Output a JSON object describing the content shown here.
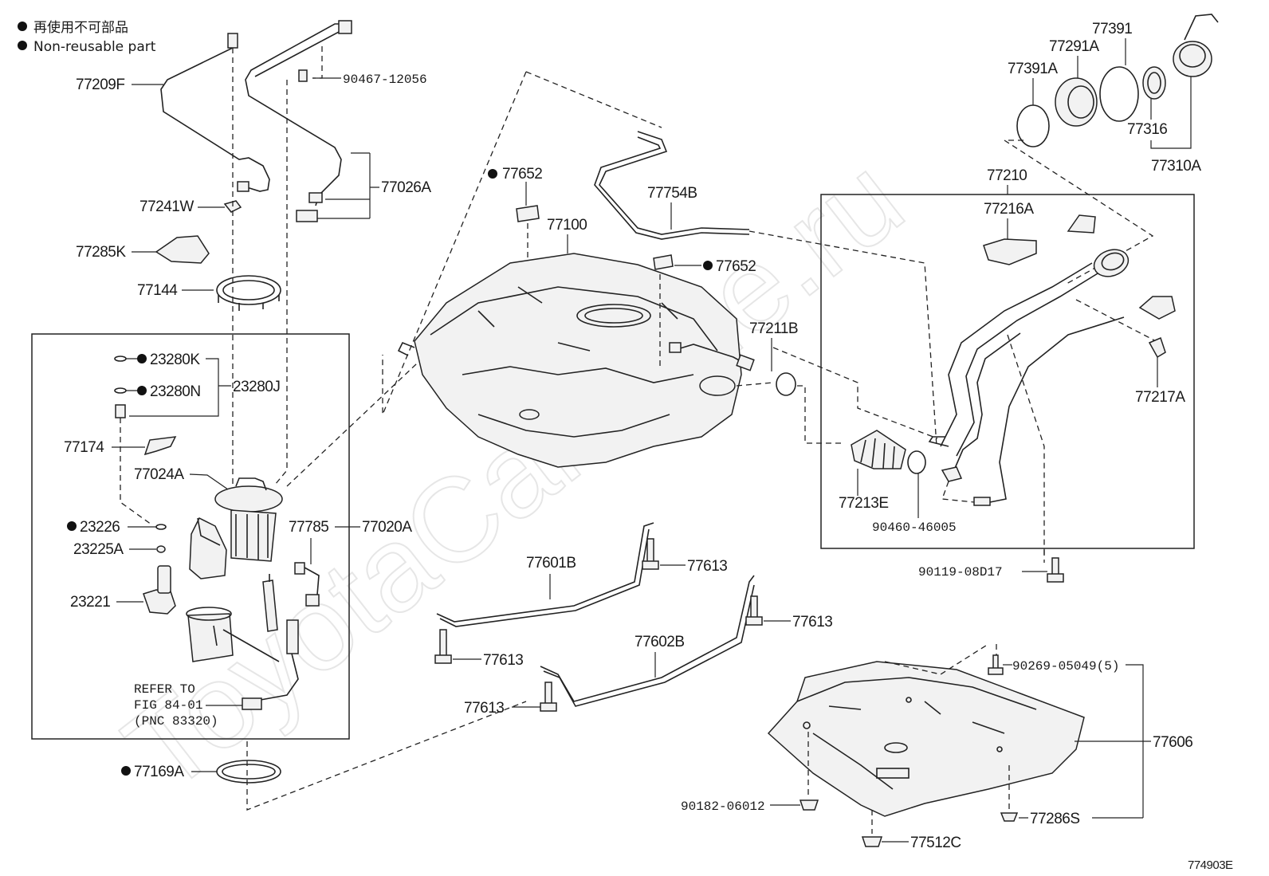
{
  "legend": {
    "line1": "再使用不可部品",
    "line2": "Non-reusable part"
  },
  "watermark": "ToyotaCarMine.ru",
  "figure_id": "774903E",
  "refer": {
    "line1": "REFER TO",
    "line2": "FIG 84-01",
    "line3": "(PNC 83320)"
  },
  "parts": {
    "p77209F": "77209F",
    "p90467_12056": "90467-12056",
    "p77026A": "77026A",
    "p77241W": "77241W",
    "p77285K": "77285K",
    "p77144": "77144",
    "p23280K": "23280K",
    "p23280N": "23280N",
    "p23280J": "23280J",
    "p77174": "77174",
    "p77024A": "77024A",
    "p23226": "23226",
    "p23225A": "23225A",
    "p23221": "23221",
    "p77785": "77785",
    "p77020A": "77020A",
    "p77169A": "77169A",
    "p77652a": "77652",
    "p77100": "77100",
    "p77754B": "77754B",
    "p77652b": "77652",
    "p77211B": "77211B",
    "p77601B": "77601B",
    "p77613a": "77613",
    "p77613b": "77613",
    "p77613c": "77613",
    "p77613d": "77613",
    "p77602B": "77602B",
    "p77391": "77391",
    "p77291A": "77291A",
    "p77391A": "77391A",
    "p77316": "77316",
    "p77310A": "77310A",
    "p77210": "77210",
    "p77216A": "77216A",
    "p77217A": "77217A",
    "p77213E": "77213E",
    "p90460_46005": "90460-46005",
    "p90119_08D17": "90119-08D17",
    "p90269_05049": "90269-05049(5)",
    "p77606": "77606",
    "p90182_06012": "90182-06012",
    "p77286S": "77286S",
    "p77512C": "77512C"
  }
}
